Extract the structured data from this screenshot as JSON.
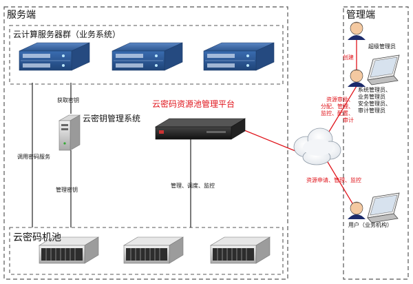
{
  "server_side": {
    "title": "服务端",
    "cloud_cluster_title": "云计算服务器群（业务系统）",
    "key_mgmt_title": "云密钥管理系统",
    "platform_title": "云密码资源池管理平台",
    "pool_title": "云密码机池",
    "edge_get_key": "获取密钥",
    "edge_call_service": "调用密码服务",
    "edge_manage_key": "管理密钥",
    "edge_manage_schedule": "管理、调度、监控"
  },
  "admin_side": {
    "title": "管理端",
    "super_admin": "超级管理员",
    "edge_create": "创建",
    "admin_roles": "系统管理员、\n业务管理员\n安全管理员、\n审计管理员",
    "edge_resource_ops": "资源审批、\n分配、管理、\n监控、配置、\n审计",
    "edge_user_ops": "资源申请、管理、监控",
    "user": "用户（业务机构）"
  },
  "colors": {
    "accent_red": "#e0141b",
    "border": "#555555",
    "server_blue": "#2f5f9e"
  }
}
